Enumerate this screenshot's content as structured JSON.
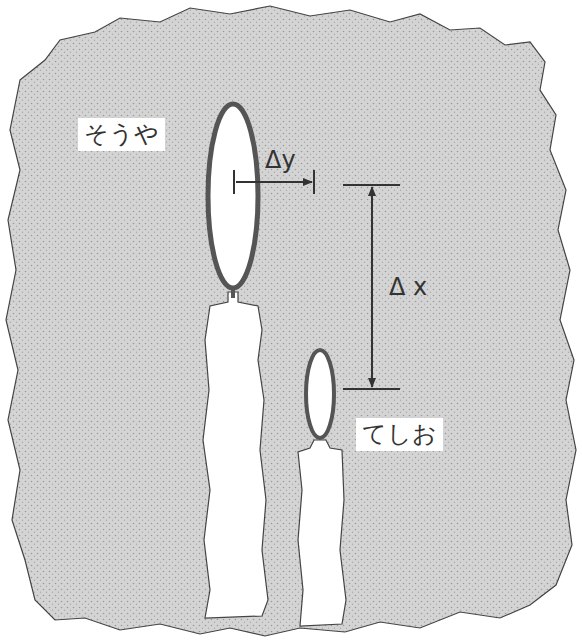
{
  "diagram": {
    "labels": [
      "そうや",
      "Δy",
      "Δ x",
      "てしお"
    ]
  }
}
